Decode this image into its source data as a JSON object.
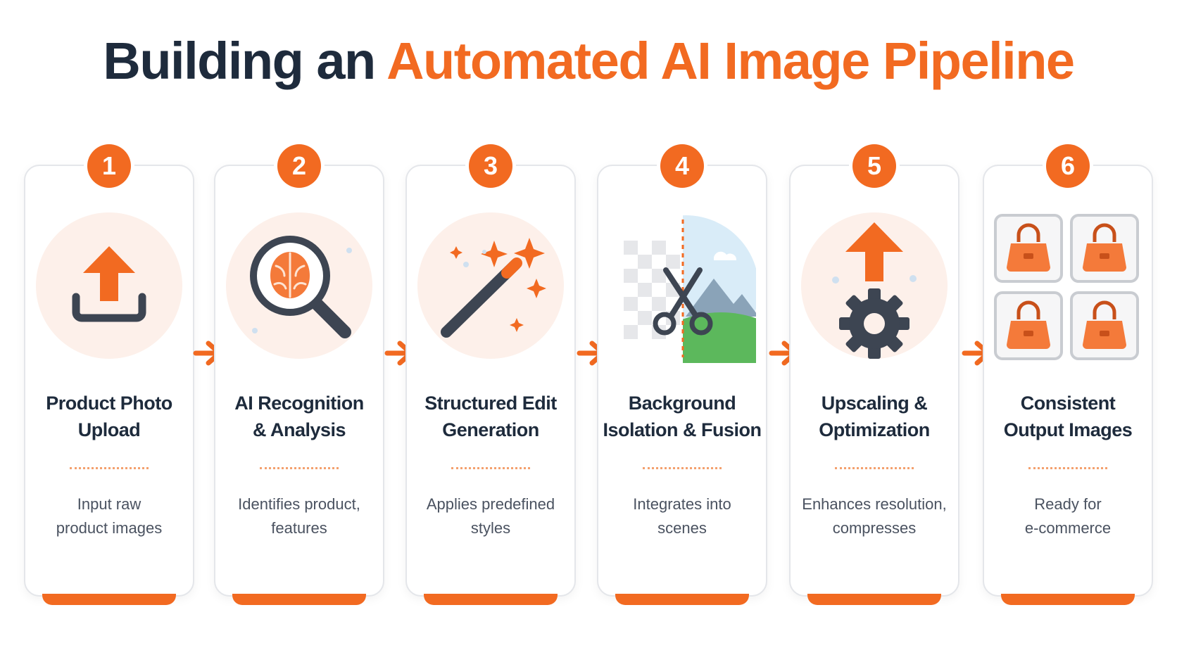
{
  "title": {
    "dark_part": "Building an",
    "accent_part": "Automated AI Image Pipeline"
  },
  "colors": {
    "accent": "#f26a21",
    "dark": "#1e2b3c",
    "icon_bg": "#fdf0ea",
    "icon_gray": "#3d4552"
  },
  "steps": [
    {
      "number": "1",
      "title_line1": "Product Photo",
      "title_line2": "Upload",
      "desc_line1": "Input raw",
      "desc_line2": "product images",
      "icon": "upload-icon"
    },
    {
      "number": "2",
      "title_line1": "AI Recognition",
      "title_line2": "& Analysis",
      "desc_line1": "Identifies product,",
      "desc_line2": "features",
      "icon": "brain-magnifier-icon"
    },
    {
      "number": "3",
      "title_line1": "Structured Edit",
      "title_line2": "Generation",
      "desc_line1": "Applies predefined",
      "desc_line2": "styles",
      "icon": "magic-wand-icon"
    },
    {
      "number": "4",
      "title_line1": "Background",
      "title_line2": "Isolation & Fusion",
      "desc_line1": "Integrates into",
      "desc_line2": "scenes",
      "icon": "scissors-background-icon"
    },
    {
      "number": "5",
      "title_line1": "Upscaling &",
      "title_line2": "Optimization",
      "desc_line1": "Enhances resolution,",
      "desc_line2": "compresses",
      "icon": "upscale-gear-icon"
    },
    {
      "number": "6",
      "title_line1": "Consistent",
      "title_line2": "Output Images",
      "desc_line1": "Ready for",
      "desc_line2": "e-commerce",
      "icon": "handbag-grid-icon"
    }
  ]
}
